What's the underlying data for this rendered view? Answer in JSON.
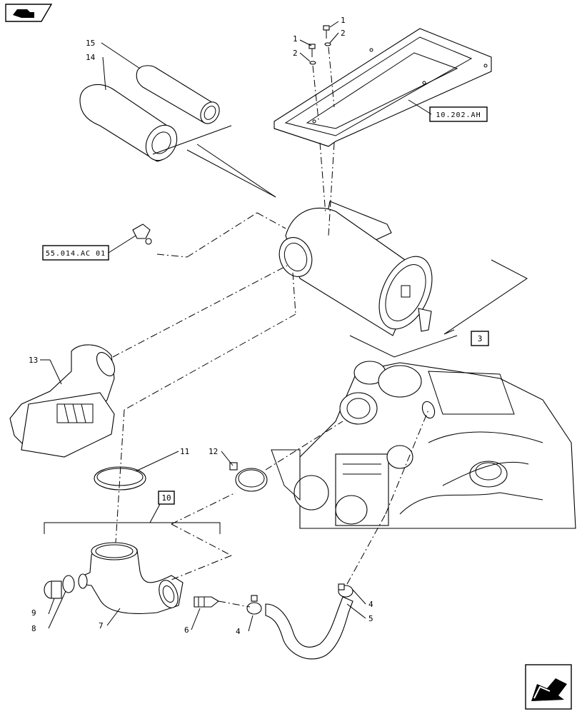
{
  "callouts": {
    "c1a": "1",
    "c2a": "2",
    "c1b": "1",
    "c2b": "2",
    "c3": "3",
    "c4a": "4",
    "c4b": "4",
    "c5": "5",
    "c6": "6",
    "c7": "7",
    "c8": "8",
    "c9": "9",
    "c10": "10",
    "c11": "11",
    "c12": "12",
    "c13": "13",
    "c14": "14",
    "c15": "15"
  },
  "references": {
    "frame_ref": "10.202.AH",
    "sensor_ref": "55.014.AC 01"
  },
  "icons": {
    "top_left": "book-navigation-icon",
    "bottom_right": "next-page-arrow-icon"
  }
}
